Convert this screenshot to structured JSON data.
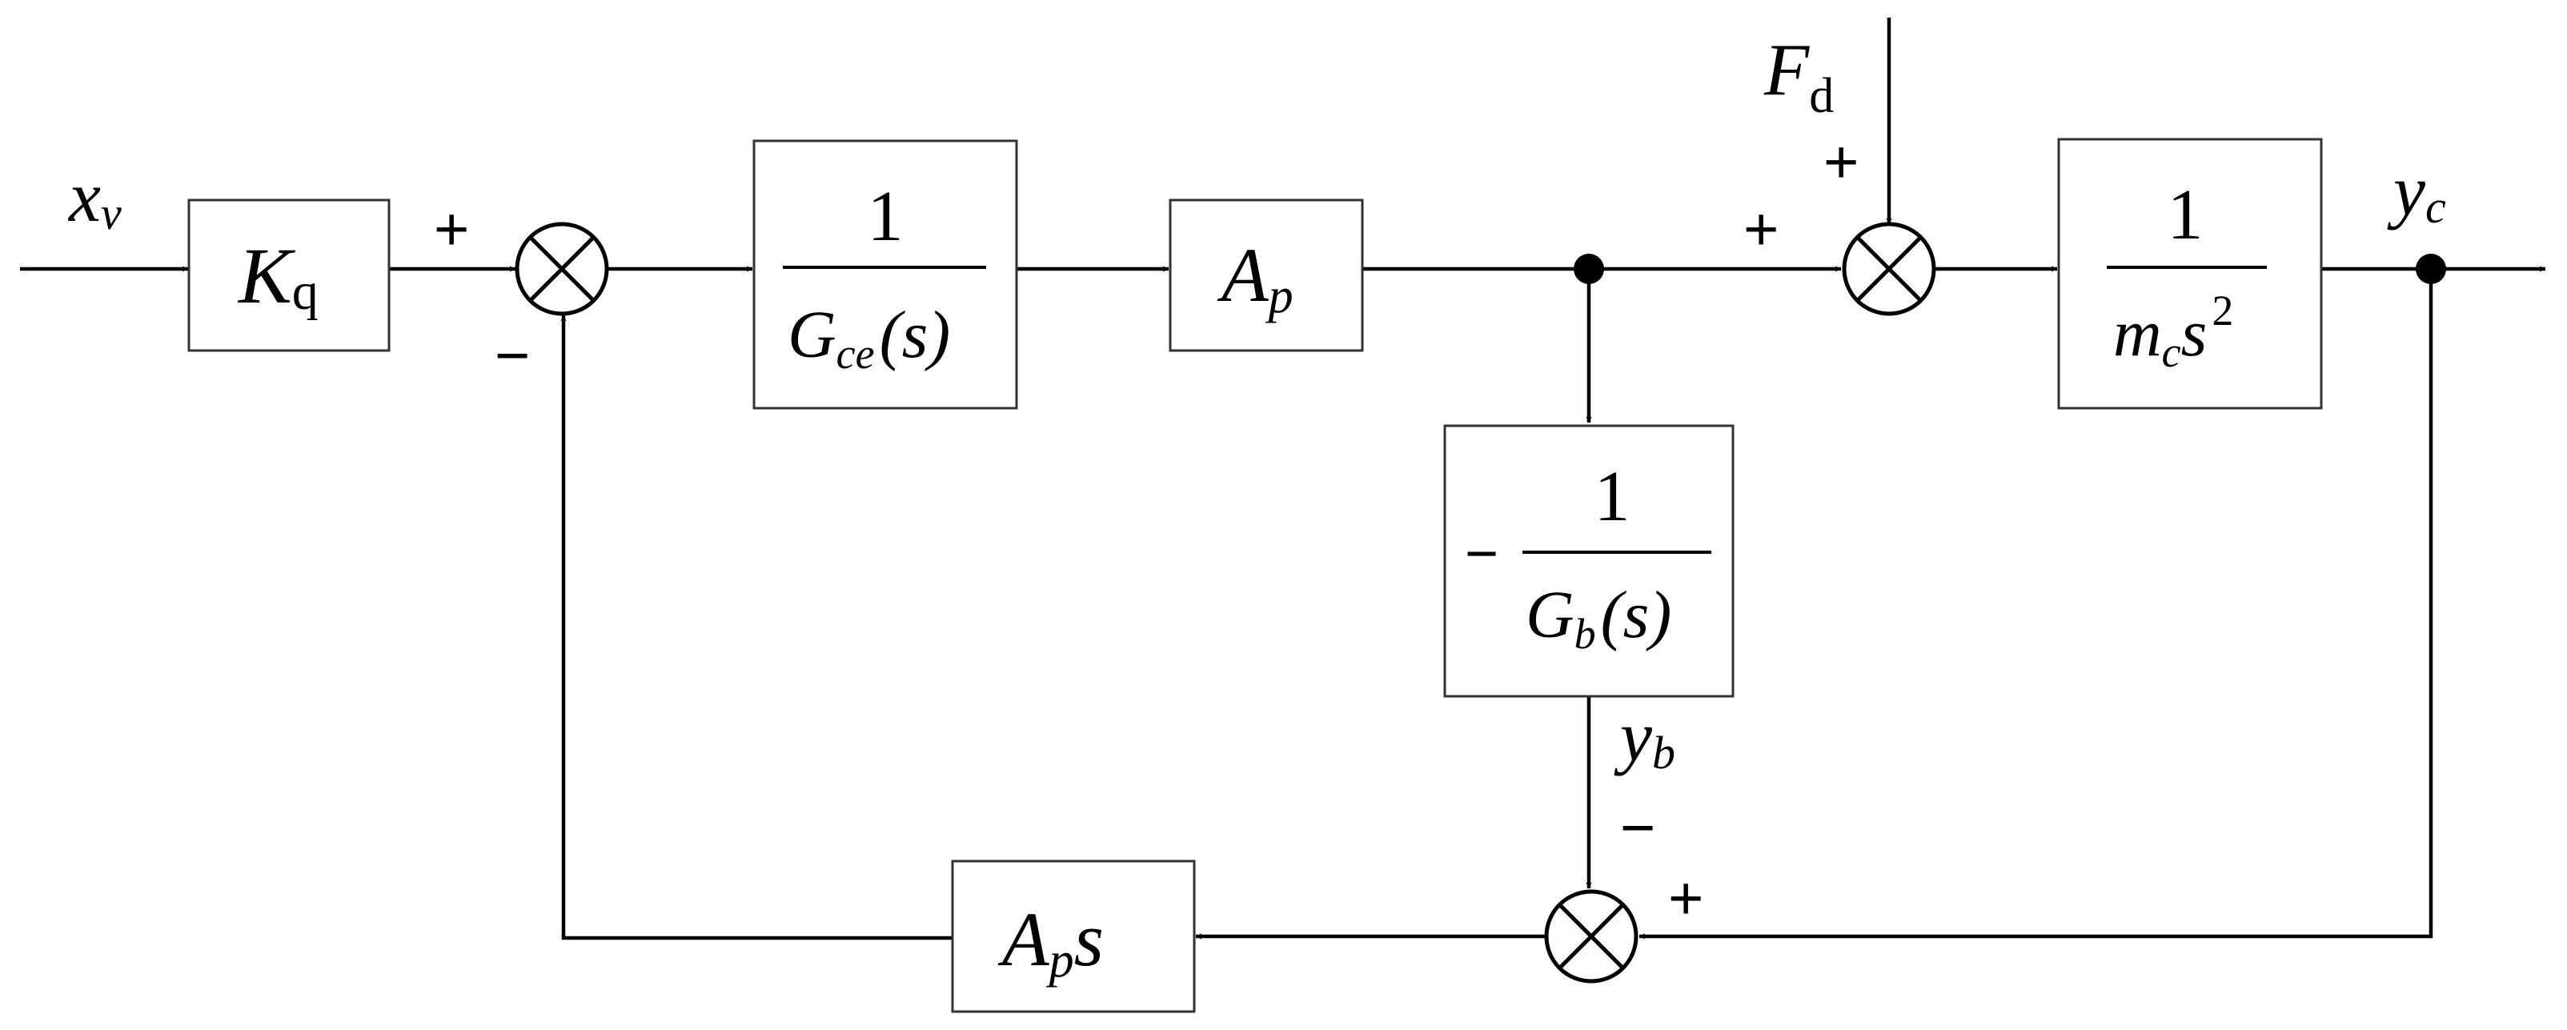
{
  "signals": {
    "input_var": "x",
    "input_sub": "v",
    "disturbance_var": "F",
    "disturbance_sub": "d",
    "output_var": "y",
    "output_sub": "c",
    "branch_var": "y",
    "branch_sub": "b"
  },
  "blocks": {
    "kq": {
      "var": "K",
      "sub": "q"
    },
    "gce": {
      "num": "1",
      "den_var": "G",
      "den_sub": "ce",
      "den_arg": "(s)"
    },
    "ap": {
      "var": "A",
      "sub": "p"
    },
    "plant": {
      "num": "1",
      "den_m": "m",
      "den_sub": "c",
      "den_s": "s",
      "den_exp": "2"
    },
    "gb": {
      "neg": "−",
      "num": "1",
      "den_var": "G",
      "den_sub": "b",
      "den_arg": "(s)"
    },
    "aps": {
      "var": "A",
      "sub": "p",
      "s": "s"
    }
  },
  "signs": {
    "sum1_plus": "+",
    "sum1_minus": "−",
    "sum2_plus_left": "+",
    "sum2_plus_top": "+",
    "sum3_minus": "−",
    "sum3_plus": "+"
  }
}
